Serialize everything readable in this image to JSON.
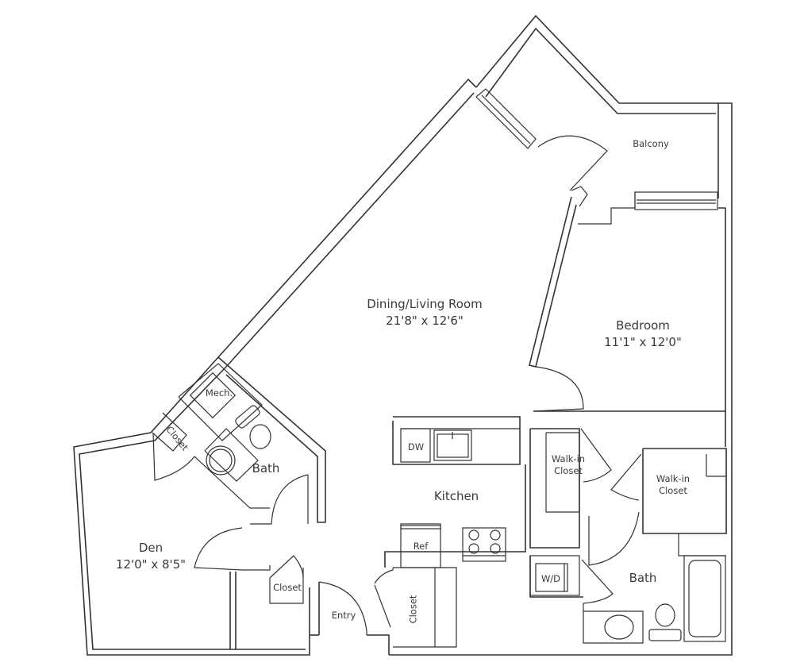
{
  "floorplan": {
    "rooms": {
      "dining_living": {
        "name": "Dining/Living Room",
        "dims": "21'8\" x 12'6\""
      },
      "bedroom": {
        "name": "Bedroom",
        "dims": "11'1\" x 12'0\""
      },
      "den": {
        "name": "Den",
        "dims": "12'0\" x 8'5\""
      },
      "balcony": {
        "name": "Balcony"
      },
      "kitchen": {
        "name": "Kitchen"
      },
      "bath_left": {
        "name": "Bath"
      },
      "bath_right": {
        "name": "Bath"
      },
      "mech": {
        "name": "Mech."
      },
      "closet_den": {
        "name": "Closet"
      },
      "closet_entry_left": {
        "name": "Closet"
      },
      "closet_entry_right": {
        "name": "Closet"
      },
      "walkin_left": {
        "name": "Walk-in",
        "name2": "Closet"
      },
      "walkin_right": {
        "name": "Walk-in",
        "name2": "Closet"
      },
      "entry": {
        "name": "Entry"
      }
    },
    "appliances": {
      "dishwasher": "DW",
      "refrigerator": "Ref",
      "washer_dryer": "W/D"
    }
  }
}
